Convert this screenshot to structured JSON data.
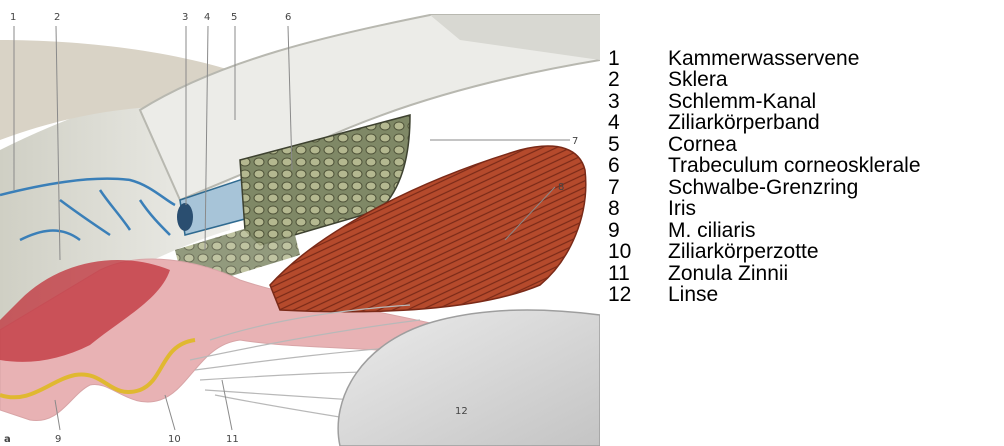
{
  "figure": {
    "panel_letter": "a",
    "callouts": [
      "1",
      "2",
      "3",
      "4",
      "5",
      "6",
      "7",
      "8",
      "9",
      "10",
      "11",
      "12"
    ]
  },
  "legend": [
    {
      "num": "1",
      "term": "Kammerwasservene"
    },
    {
      "num": "2",
      "term": "Sklera"
    },
    {
      "num": "3",
      "term": "Schlemm-Kanal"
    },
    {
      "num": "4",
      "term": "Ziliarkörperband"
    },
    {
      "num": "5",
      "term": "Cornea"
    },
    {
      "num": "6",
      "term": "Trabeculum corneosklerale"
    },
    {
      "num": "7",
      "term": "Schwalbe-Grenzring"
    },
    {
      "num": "8",
      "term": "Iris"
    },
    {
      "num": "9",
      "term": "M. ciliaris"
    },
    {
      "num": "10",
      "term": "Ziliarkörperzotte"
    },
    {
      "num": "11",
      "term": "Zonula Zinnii"
    },
    {
      "num": "12",
      "term": "Linse"
    }
  ],
  "colors": {
    "sclera": "#dcdcd4",
    "cornea": "#ecece8",
    "trabecular": "#8c9470",
    "iris": "#b04a2e",
    "ciliary": "#e4a8a8",
    "ciliary_muscle": "#c0303a",
    "vessel": "#3a7fb8",
    "zonule": "#c8c8c8",
    "lens": "#d8d8d8",
    "pigment": "#e0b830"
  }
}
